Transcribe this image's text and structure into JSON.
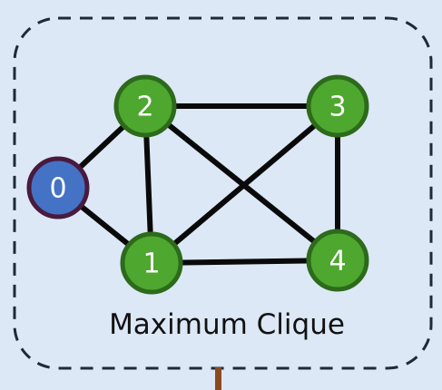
{
  "diagram": {
    "caption": "Maximum Clique",
    "colors": {
      "background": "#dce8f6",
      "border": "#1c2a3a",
      "edge": "#0a0a0a",
      "clique_fill": "#4ea72e",
      "clique_stroke": "#2d6a1b",
      "other_fill": "#4472c4",
      "other_stroke": "#4a1a3e",
      "connector": "#8b4a1e"
    },
    "nodes": [
      {
        "id": "0",
        "label": "0",
        "in_clique": false
      },
      {
        "id": "1",
        "label": "1",
        "in_clique": true
      },
      {
        "id": "2",
        "label": "2",
        "in_clique": true
      },
      {
        "id": "3",
        "label": "3",
        "in_clique": true
      },
      {
        "id": "4",
        "label": "4",
        "in_clique": true
      }
    ],
    "edges": [
      {
        "from": "0",
        "to": "2"
      },
      {
        "from": "0",
        "to": "1"
      },
      {
        "from": "2",
        "to": "3"
      },
      {
        "from": "2",
        "to": "1"
      },
      {
        "from": "2",
        "to": "4"
      },
      {
        "from": "3",
        "to": "1"
      },
      {
        "from": "3",
        "to": "4"
      },
      {
        "from": "1",
        "to": "4"
      }
    ]
  }
}
